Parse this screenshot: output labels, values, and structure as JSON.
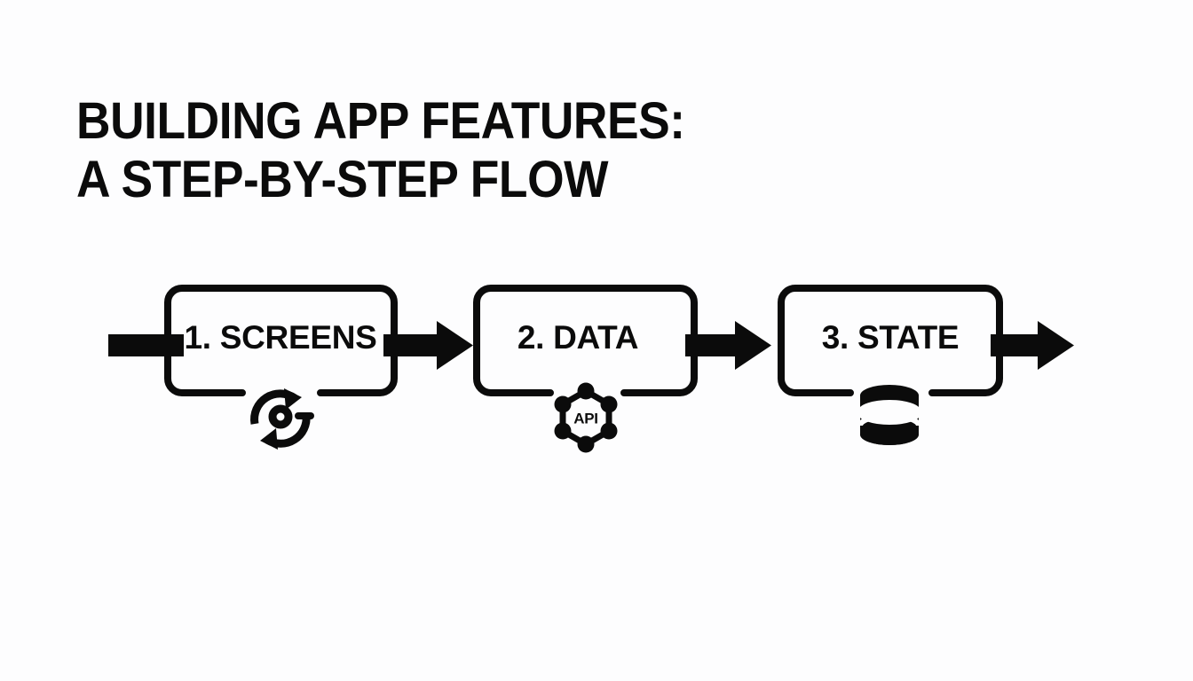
{
  "slide": {
    "background_color": "#fdfdfe",
    "ink_color": "#0b0b0b",
    "title": {
      "line1": "BUILDING APP FEATURES:",
      "line2": "A STEP-BY-STEP FLOW"
    }
  },
  "diagram": {
    "type": "flowchart",
    "orientation": "left-to-right",
    "entry_connector": "bar",
    "exit_connector": "arrow",
    "steps": [
      {
        "index": "1",
        "label": "1. SCREENS",
        "icon": "sync-refresh-icon",
        "icon_caption": ""
      },
      {
        "index": "2",
        "label": "2. DATA",
        "icon": "api-hexagon-node-icon",
        "icon_caption": "API"
      },
      {
        "index": "3",
        "label": "3. STATE",
        "icon": "database-cylinder-icon",
        "icon_caption": ""
      }
    ],
    "connectors": [
      {
        "from": "",
        "to": "1. SCREENS",
        "kind": "bar"
      },
      {
        "from": "1. SCREENS",
        "to": "2. DATA",
        "kind": "arrow"
      },
      {
        "from": "2. DATA",
        "to": "3. STATE",
        "kind": "arrow"
      },
      {
        "from": "3. STATE",
        "to": "",
        "kind": "arrow"
      }
    ]
  }
}
